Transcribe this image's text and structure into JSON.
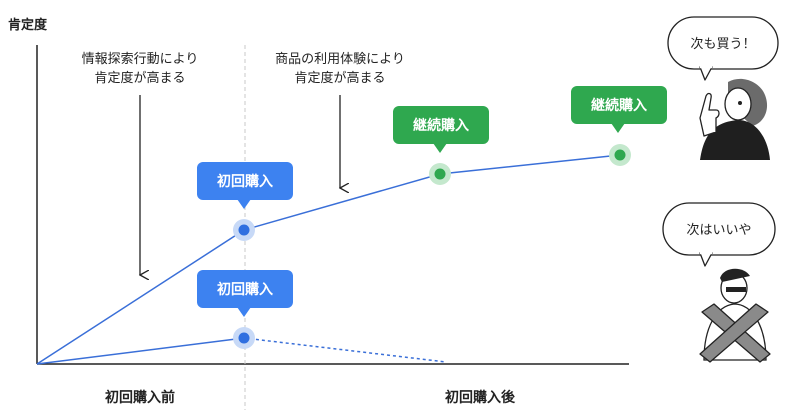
{
  "y_axis_label": "肯定度",
  "x_sections": [
    "初回購入前",
    "初回購入後"
  ],
  "annotations": [
    {
      "lines": [
        "情報探索行動により",
        "肯定度が高まる"
      ]
    },
    {
      "lines": [
        "商品の利用体験により",
        "肯定度が高まる"
      ]
    }
  ],
  "milestones": {
    "first_purchase_upper": "初回購入",
    "first_purchase_lower": "初回購入",
    "continued_purchase_1": "継続購入",
    "continued_purchase_2": "継続購入"
  },
  "speech": {
    "repeat_customer": "次も買う！",
    "lapsed_customer": "次はいいや"
  },
  "colors": {
    "line": "#3a6fd8",
    "blue_bubble": "#3d82f0",
    "green_bubble": "#2fa84f",
    "blue_point": "#2f6fe0",
    "green_point": "#2fa84f",
    "axis": "#222222",
    "divider": "#c8c8c8"
  },
  "icons": [
    "person-thumbs-up-icon",
    "person-crossed-arms-icon"
  ]
}
